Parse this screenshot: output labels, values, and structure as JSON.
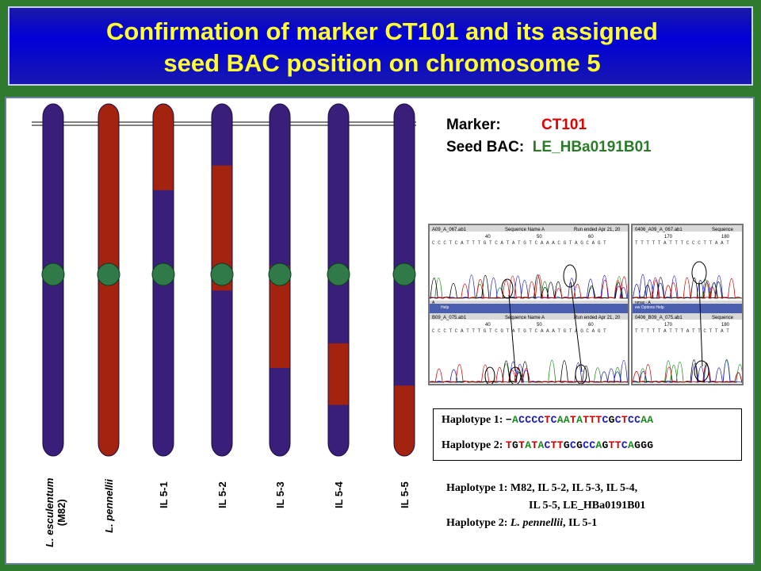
{
  "title": {
    "line1": "Confirmation of marker CT101 and its assigned",
    "line2": "seed BAC position on chromosome 5"
  },
  "marker": {
    "marker_label": "Marker:",
    "marker_value": "CT101",
    "bac_label": "Seed BAC:",
    "bac_value": "LE_HBa0191B01"
  },
  "chromosomes": [
    {
      "label_line1": "L. esculentum",
      "label_line2": "(M82)",
      "italic": true,
      "red_segments": []
    },
    {
      "label_line1": "L. pennellii",
      "label_line2": "",
      "italic": true,
      "red_segments": [
        [
          0.0,
          1.0
        ]
      ]
    },
    {
      "label_line1": "IL 5-1",
      "label_line2": "",
      "italic": false,
      "red_segments": [
        [
          0.0,
          0.245
        ]
      ]
    },
    {
      "label_line1": "IL 5-2",
      "label_line2": "",
      "italic": false,
      "red_segments": [
        [
          0.175,
          0.53
        ]
      ]
    },
    {
      "label_line1": "IL 5-3",
      "label_line2": "",
      "italic": false,
      "red_segments": [
        [
          0.46,
          0.75
        ]
      ]
    },
    {
      "label_line1": "IL 5-4",
      "label_line2": "",
      "italic": false,
      "red_segments": [
        [
          0.68,
          0.855
        ]
      ]
    },
    {
      "label_line1": "IL 5-5",
      "label_line2": "",
      "italic": false,
      "red_segments": [
        [
          0.8,
          1.0
        ]
      ]
    }
  ],
  "trace_window": {
    "top_left_header": "A09_A_067.ab1",
    "top_left_header2": "Sequence Name A",
    "top_left_run": "Run ended  Apr 21, 20",
    "top_right_header": "0406_A09_A_067.ab1",
    "top_right_header2": "Sequence",
    "bottom_left_header": "B09_A_075.ab1",
    "bottom_left_header2": "Sequence Name A",
    "bottom_left_run": "Run ended  Apr 21, 20",
    "bottom_right_header": "0406_B09_A_075.ab1",
    "bottom_right_header2": "Sequence",
    "left_ticks": [
      "40",
      "50",
      "60"
    ],
    "right_ticks": [
      "170",
      "180"
    ],
    "left_top_seq": "C C C T C A T T T G T C A T A T G T C A A A C G T A G C A G T",
    "left_bottom_seq": "C C C T C A T T T G T C G T A T G T C A A A T G T A G C A G T",
    "right_top_seq": "T T T T T A T T T C C C T T A A T",
    "right_bottom_seq": "T T T T T A T T T A T T C T T A T",
    "menu_top": "A",
    "menu_help": "Help",
    "menu_right": "nmas - A",
    "menu_right_items": "ew Options  Help"
  },
  "haplotypes_box": {
    "h1_label": "Haplotype 1:",
    "h1_seq": "−ACCCCTCAATATTTCGCTCCAA",
    "h2_label": "Haplotype 2:",
    "h2_seq": "TGTATACTTGCGCCAGTTCAGGG"
  },
  "summary": {
    "h1_label": "Haplotype 1:",
    "h1_text": "M82, IL 5-2, IL 5-3, IL 5-4,",
    "h1_text2": "IL 5-5, LE_HBa0191B01",
    "h2_label": "Haplotype 2:",
    "h2_species": "L. pennellii",
    "h2_text": ", IL 5-1"
  },
  "colors": {
    "background_green": "#2f7a2f",
    "title_yellow": "#ffff2e",
    "title_blue": "#0000d8",
    "chrom_blue": "#3a1f7a",
    "chrom_red": "#a3230f",
    "centromere_green": "#2f7a46"
  }
}
